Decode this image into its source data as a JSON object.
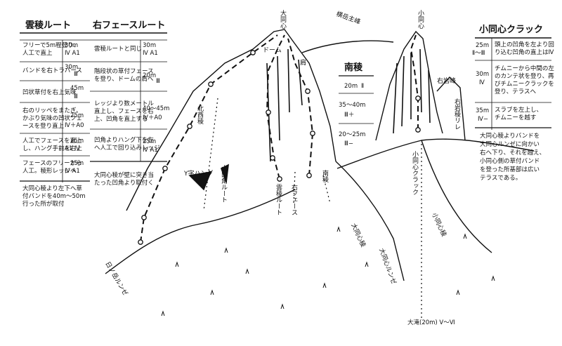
{
  "routes": {
    "unryo": {
      "title": "雲稜ルート",
      "rows": [
        {
          "text": [
            "フリーで5m程登り、",
            "人工で直上"
          ],
          "length": "30m",
          "grade": "Ⅳ A1"
        },
        {
          "text": [
            "バンドを右トラバース"
          ],
          "length": "30m",
          "grade": "Ⅲ"
        },
        {
          "text": [
            "凹状草付を右上気味"
          ],
          "length": "45m",
          "grade": "Ⅲ"
        },
        {
          "text": [
            "右のリッペをまたぎ、",
            "かぶり気味の凹状フェ",
            "ースを登り直上"
          ],
          "length": "25m",
          "grade": "Ⅳ＋A0"
        },
        {
          "text": [
            "人工でフェースを直上",
            "し、ハング手前を右上"
          ],
          "length": "25m",
          "grade": "A1 Ⅳ"
        },
        {
          "text": [
            "フェースのフリーから",
            "人工。稜形レッジへ"
          ],
          "length": "25m",
          "grade": "Ⅳ A1"
        },
        {
          "text": [
            "大同心稜より左下へ草",
            "付バンドを40m〜50m",
            "行った所が取付"
          ],
          "length": "",
          "grade": ""
        }
      ]
    },
    "right_face": {
      "title": "右フェースルート",
      "rows": [
        {
          "text": [
            "雲稜ルートと同じ"
          ],
          "length": "30m",
          "grade": "Ⅳ A1"
        },
        {
          "text": [
            "階段状の草付フェース",
            "を登り、ドームの肩へ"
          ],
          "length": "20m",
          "grade": "Ⅲ"
        },
        {
          "text": [
            "レッジより数メートル",
            "直上し、フェースを右",
            "上、凹角を直上する"
          ],
          "length": "40〜45m",
          "grade": "Ⅳ＋A0"
        },
        {
          "text": [
            "凹角よりハング下を左",
            "へ人工で回り込みレッジ"
          ],
          "length": "25m",
          "grade": "Ⅳ A1"
        },
        {
          "text": [
            "大同心稜が壁に突き当",
            "たった凹角より取付く"
          ],
          "length": "",
          "grade": ""
        }
      ]
    },
    "south_ridge": {
      "title": "南稜",
      "pitches": [
        {
          "length": "20m",
          "grade": "Ⅱ"
        },
        {
          "length": "35〜40m",
          "grade": "Ⅲ＋"
        },
        {
          "length": "20〜25m",
          "grade": "Ⅲ−"
        }
      ]
    },
    "kodoshin": {
      "title": "小同心クラック",
      "rows": [
        {
          "length": "25m",
          "grade": "Ⅱ〜Ⅲ",
          "text": [
            "頭上の凹角を左より回",
            "り込む凹角の直上はⅣ"
          ]
        },
        {
          "length": "30m",
          "grade": "Ⅳ",
          "text": [
            "チムニーから中間の左",
            "のカンテ状を登り、再",
            "びチムニークラックを",
            "登り、テラスへ"
          ]
        },
        {
          "length": "35m",
          "grade": "Ⅳ−",
          "text": [
            "スラブを左上し、",
            "チムニーを越す"
          ]
        },
        {
          "length": "",
          "grade": "",
          "text": [
            "大同心稜よりバンドを",
            "大同心ルンゼに向かい",
            "右へ下り、それを越え、",
            "小同心側の草付バンド",
            "を登った所基部は広い",
            "テラスである。"
          ]
        }
      ]
    }
  },
  "labels": {
    "daidoshin": "大同心",
    "kodoshin_peak": "小同心",
    "yokodake": "横岳主峰",
    "dome": "ドーム",
    "kata": "肩",
    "hokusei": "北西稜",
    "y_hang": "Y字ハング",
    "okaku": "大凹角ルート",
    "unryo_route": "雲稜ルート",
    "right_face_route": "右フェース",
    "nanryo": "南稜",
    "daidoshin_ryo": "大同心稜",
    "daidoshin_runze": "大同心ルンゼ",
    "kodoshin_crack": "小同心クラック",
    "kodoshin_ryo": "小同心稜",
    "migi_iwa": "右岩峰",
    "migi_iwa_rib": "右岩稜リレ",
    "lower_runze": "日ノ岳ルンゼ",
    "otaki": "大滝(20m) Ⅴ〜Ⅵ"
  }
}
